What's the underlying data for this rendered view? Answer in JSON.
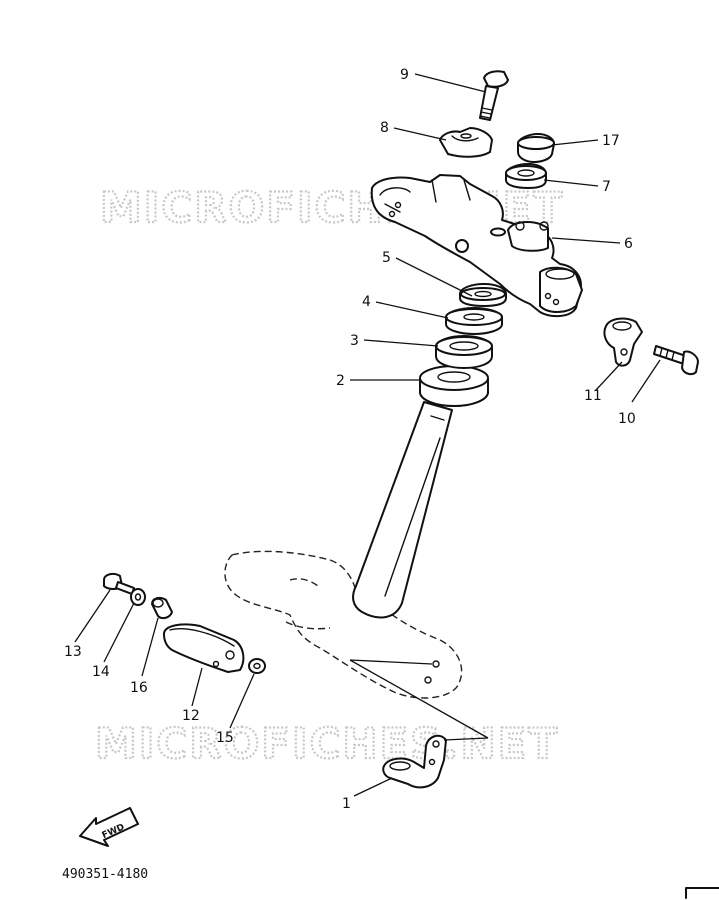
{
  "diagram": {
    "watermarks": [
      "MICROFICHES.NET",
      "MICROFICHES.NET"
    ],
    "part_code": "490351-4180",
    "fwd_label": "FWD",
    "callouts": [
      "1",
      "2",
      "3",
      "4",
      "5",
      "6",
      "7",
      "8",
      "9",
      "10",
      "11",
      "12",
      "13",
      "14",
      "15",
      "16",
      "17"
    ]
  }
}
